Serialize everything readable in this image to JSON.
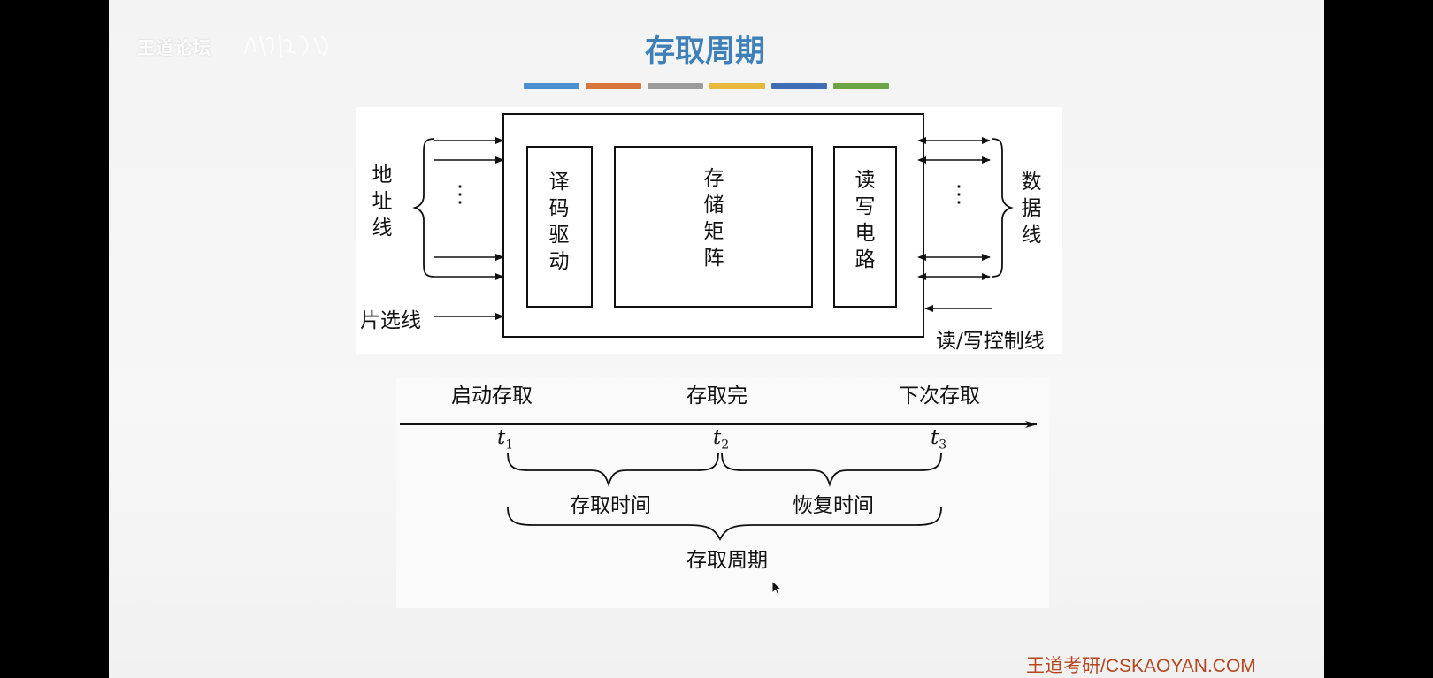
{
  "watermark": {
    "text": "王道论坛"
  },
  "slide": {
    "title": "存取周期"
  },
  "accent_colors": [
    "#4a8fd0",
    "#d8743c",
    "#9c9c9c",
    "#e8b83c",
    "#3e6db5",
    "#6aa444"
  ],
  "diagram": {
    "left_group_label": [
      "地",
      "址",
      "线"
    ],
    "chip_select_label": "片选线",
    "decoder_label": [
      "译",
      "码",
      "驱",
      "动"
    ],
    "matrix_label": [
      "存",
      "储",
      "矩",
      "阵"
    ],
    "rw_circuit_label": [
      "读",
      "写",
      "电",
      "路"
    ],
    "right_group_label": [
      "数",
      "据",
      "线"
    ],
    "rw_control_label": "读/写控制线",
    "ellipsis": "⋮"
  },
  "timeline": {
    "events": [
      "启动存取",
      "存取完",
      "下次存取"
    ],
    "points": [
      {
        "base": "t",
        "sub": "1"
      },
      {
        "base": "t",
        "sub": "2"
      },
      {
        "base": "t",
        "sub": "3"
      }
    ],
    "access_time_label": "存取时间",
    "recovery_time_label": "恢复时间",
    "cycle_label": "存取周期"
  },
  "footer": {
    "text": "王道考研/CSKAOYAN.COM"
  }
}
